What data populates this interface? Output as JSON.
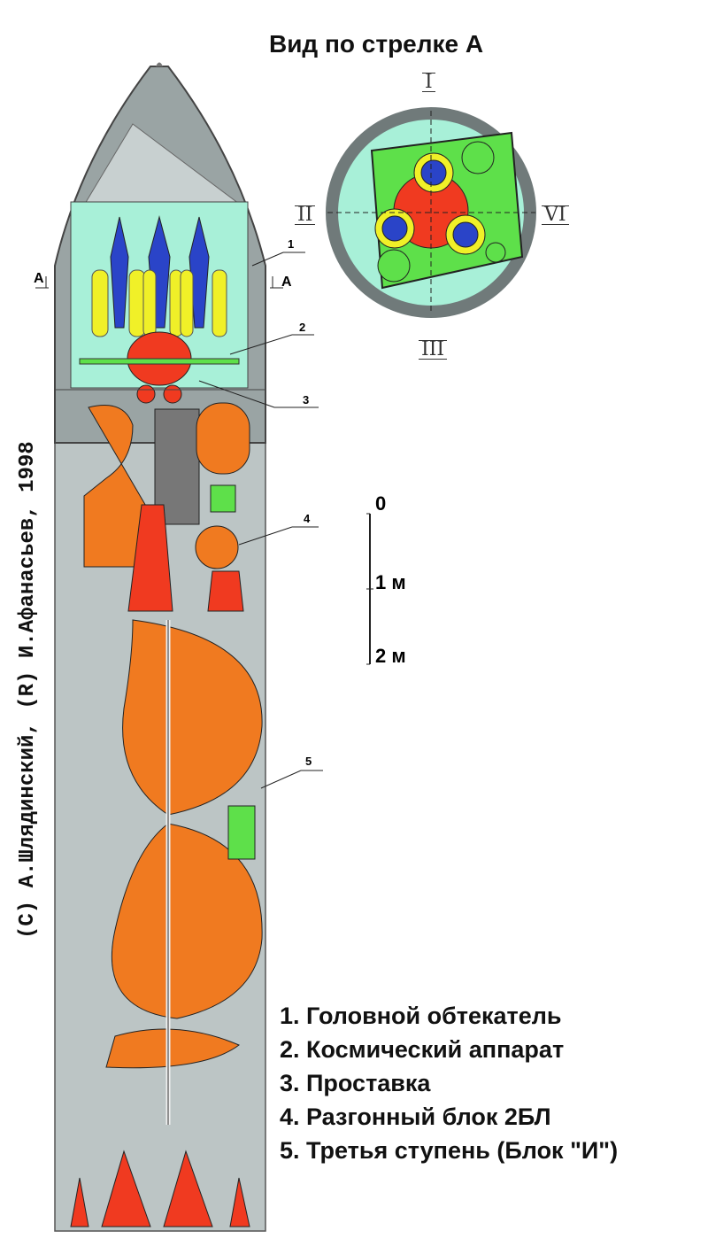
{
  "title": "Вид по стрелке А",
  "section_view": {
    "axes": [
      "I",
      "II",
      "III",
      "VI"
    ]
  },
  "section_marks": [
    "А",
    "А"
  ],
  "callouts": [
    "1",
    "2",
    "3",
    "4",
    "5"
  ],
  "scale": {
    "labels": [
      "0",
      "1 м",
      "2 м"
    ]
  },
  "credit": "(С) А.Шлядинский,  (R) И.Афанасьев, 1998",
  "legend": [
    "1. Головной обтекатель",
    "2. Космический аппарат",
    "3. Проставка",
    "4. Разгонный блок 2БЛ",
    "5. Третья ступень (Блок \"И\")"
  ],
  "colors": {
    "body": "#bcc5c5",
    "fairing": "#9aa4a4",
    "payload_bg": "#a8f0d8",
    "tank": "#f07a20",
    "green": "#5ee04a",
    "red": "#f03a20",
    "blue": "#2a44c8",
    "yellow": "#f0f028"
  }
}
